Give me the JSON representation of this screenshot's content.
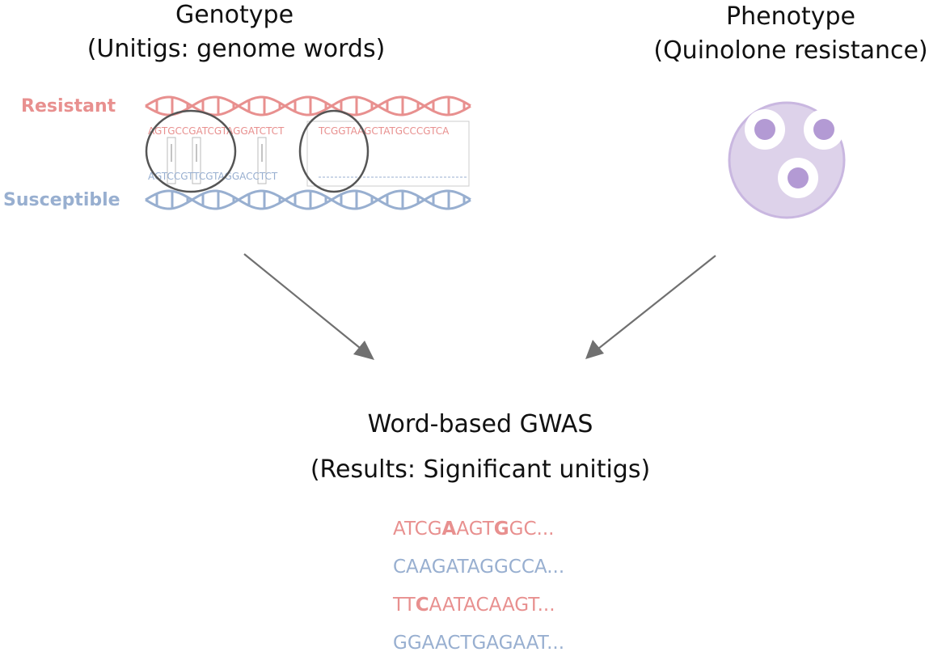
{
  "genotype": {
    "title": "Genotype",
    "subtitle": "(Unitigs: genome words)",
    "resistant_label": "Resistant",
    "susceptible_label": "Susceptible",
    "resistant_seq": "AGTGCCGATCGTAGGATCTCT",
    "susceptible_seq": "AGTCCGTTCGTAGGACCTCT",
    "insert_seq": "TCGGTAAGCTATGCCCGTCA"
  },
  "phenotype": {
    "title": "Phenotype",
    "subtitle": "(Quinolone resistance)"
  },
  "result": {
    "title": "Word-based GWAS",
    "subtitle": "(Results: Significant unitigs)",
    "unitigs": [
      {
        "parts": [
          [
            "ATCG",
            false
          ],
          [
            "A",
            true
          ],
          [
            "AGT",
            false
          ],
          [
            "G",
            true
          ],
          [
            "GC...",
            false
          ]
        ],
        "class": "resistant"
      },
      {
        "parts": [
          [
            "CAAGATAGGCCA...",
            false
          ]
        ],
        "class": "susceptible"
      },
      {
        "parts": [
          [
            "TT",
            false
          ],
          [
            "C",
            true
          ],
          [
            "AATACAAGT...",
            false
          ]
        ],
        "class": "resistant"
      },
      {
        "parts": [
          [
            "GGAACTGAGAAT...",
            false
          ]
        ],
        "class": "susceptible"
      }
    ]
  },
  "colors": {
    "resistant": "#e8908f",
    "susceptible": "#98afd0",
    "arrow": "#707070",
    "plate_fill": "#ddd2ea",
    "plate_stroke": "#c9b7e0",
    "colony": "#b39ad4"
  }
}
